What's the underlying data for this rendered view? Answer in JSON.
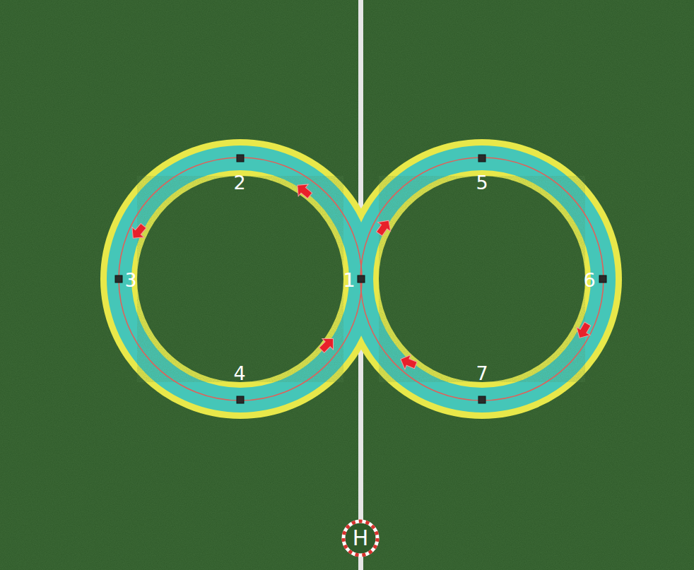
{
  "diagram": {
    "nodes": [
      {
        "text": [
          "H"
        ]
      }
    ],
    "labels": [
      "2",
      "5",
      "3",
      "1",
      "6",
      "4",
      "7"
    ]
  }
}
